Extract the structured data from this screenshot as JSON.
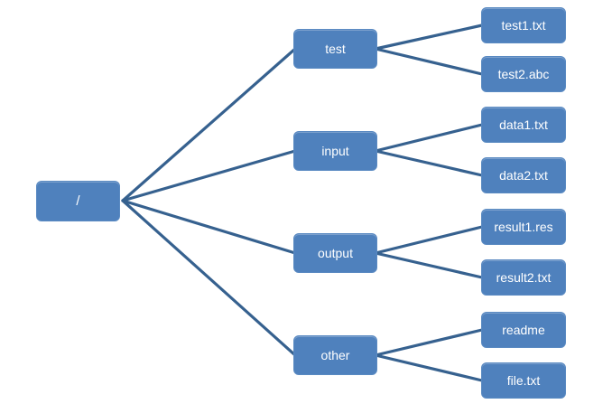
{
  "diagram": {
    "type": "tree",
    "description": "File system hierarchy diagram",
    "colors": {
      "node_fill": "#4f81bd",
      "node_border": "#5a8ac2",
      "connector_line": "#36618f",
      "node_text": "#ffffff",
      "background": "#ffffff"
    },
    "root": {
      "label": "/"
    },
    "directories": [
      {
        "label": "test",
        "files": [
          {
            "label": "test1.txt"
          },
          {
            "label": "test2.abc"
          }
        ]
      },
      {
        "label": "input",
        "files": [
          {
            "label": "data1.txt"
          },
          {
            "label": "data2.txt"
          }
        ]
      },
      {
        "label": "output",
        "files": [
          {
            "label": "result1.res"
          },
          {
            "label": "result2.txt"
          }
        ]
      },
      {
        "label": "other",
        "files": [
          {
            "label": "readme"
          },
          {
            "label": "file.txt"
          }
        ]
      }
    ]
  }
}
